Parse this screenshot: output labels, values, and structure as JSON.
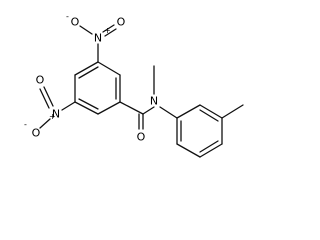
{
  "molecule": {
    "atoms": {
      "N_nitro_top": {
        "symbol": "N",
        "charge": "+",
        "color": "#0000ff"
      },
      "O_top_left": {
        "symbol": "O",
        "charge": "-",
        "color": "#ff0000"
      },
      "O_top_right": {
        "symbol": "O",
        "color": "#ff0000"
      },
      "N_nitro_left": {
        "symbol": "N",
        "charge": "+",
        "color": "#0000ff"
      },
      "O_left_upper": {
        "symbol": "O",
        "color": "#ff0000"
      },
      "O_left_lower": {
        "symbol": "O",
        "charge": "-",
        "color": "#ff0000"
      },
      "O_carbonyl": {
        "symbol": "O",
        "color": "#ff0000"
      },
      "N_amide": {
        "symbol": "N",
        "color": "#0000ff"
      }
    }
  }
}
